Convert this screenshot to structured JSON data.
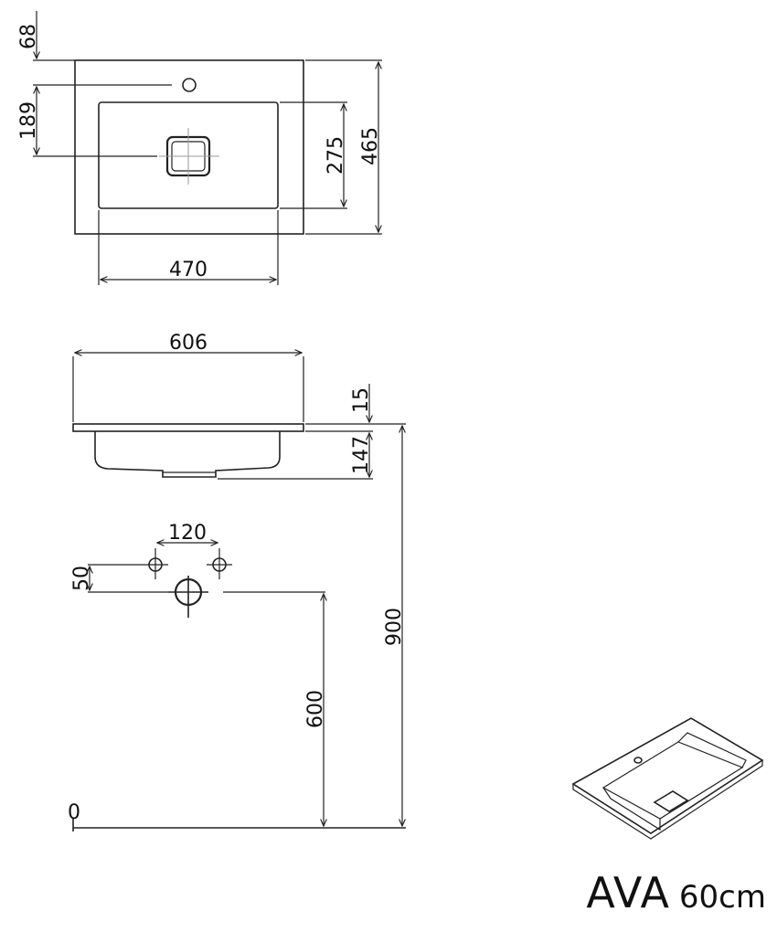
{
  "product": {
    "name": "AVA",
    "size": "60cm"
  },
  "top_view": {
    "dims": {
      "tap_offset": "68",
      "drain_offset": "189",
      "bowl_width": "470",
      "bowl_depth": "275",
      "total_depth": "465"
    }
  },
  "side_view": {
    "dims": {
      "total_width": "606",
      "rim_thickness": "15",
      "bowl_height": "147"
    }
  },
  "wall_view": {
    "dims": {
      "tap_spacing": "120",
      "tap_height_offset": "50",
      "waste_height": "600",
      "counter_height": "900",
      "floor_level": "0"
    }
  },
  "colors": {
    "line": "#222222",
    "center_line": "#999999",
    "background": "#ffffff"
  }
}
